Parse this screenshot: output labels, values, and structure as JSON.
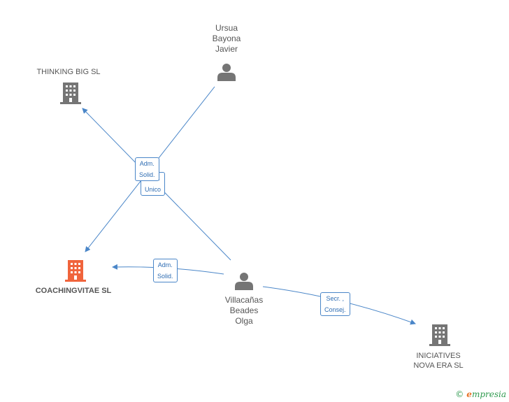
{
  "nodes": {
    "ursua": {
      "label": "Ursua\nBayona\nJavier",
      "type": "person-icon"
    },
    "thinking_big": {
      "label": "THINKING BIG SL",
      "type": "building-icon"
    },
    "coachingvitae": {
      "label": "COACHINGVITAE SL",
      "type": "building-icon",
      "color": "#f0643c"
    },
    "villacanas": {
      "label": "Villacañas\nBeades\nOlga",
      "type": "person-icon"
    },
    "iniciatives": {
      "label": "INICIATIVES\nNOVA ERA SL",
      "type": "building-icon"
    }
  },
  "edges": {
    "adm_solid_1": "Adm.\nSolid.",
    "adm_unico": "Adm.\nUnico",
    "adm_solid_2": "Adm.\nSolid.",
    "secr_consej": "Secr. ,\nConsej."
  },
  "colors": {
    "edge": "#4a86c8",
    "icon": "#757575",
    "focus": "#f0643c"
  },
  "brand": {
    "copyright": "©",
    "name_first": "e",
    "name_rest": "mpresia"
  }
}
